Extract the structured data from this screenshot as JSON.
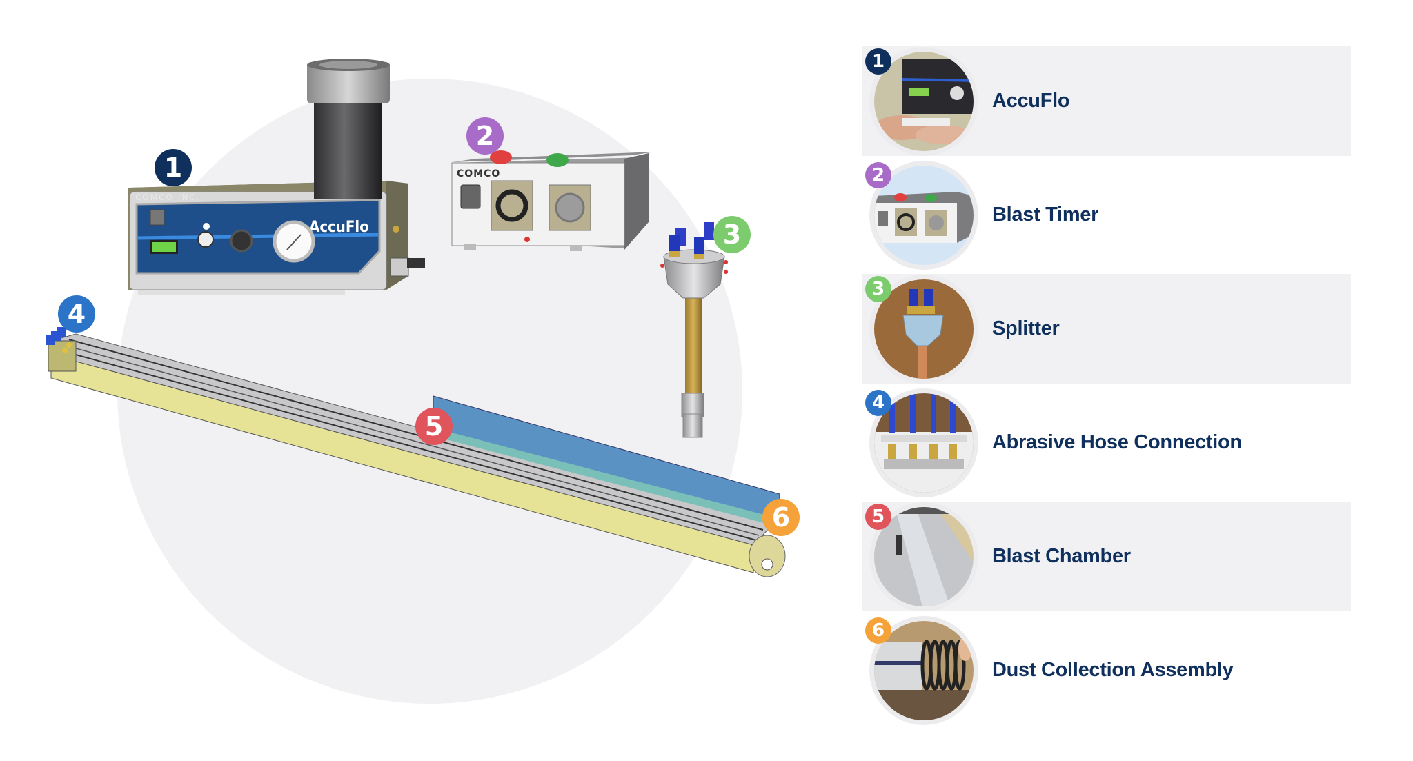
{
  "diagram": {
    "machine_labels": {
      "accuflo_panel_brand": "COMCO INC.",
      "accuflo_panel_name": "AccuFlo",
      "timer_panel_brand": "COMCO"
    },
    "callouts": [
      {
        "number": "1",
        "color": "#0f2f5c"
      },
      {
        "number": "2",
        "color": "#a86bc8"
      },
      {
        "number": "3",
        "color": "#7ccc6e"
      },
      {
        "number": "4",
        "color": "#2b74c7"
      },
      {
        "number": "5",
        "color": "#e0555c"
      },
      {
        "number": "6",
        "color": "#f5a23a"
      }
    ]
  },
  "legend": {
    "items": [
      {
        "number": "1",
        "label": "AccuFlo",
        "badge_color": "#0f2f5c",
        "icon": "accuflo-photo"
      },
      {
        "number": "2",
        "label": "Blast Timer",
        "badge_color": "#a86bc8",
        "icon": "blast-timer-photo"
      },
      {
        "number": "3",
        "label": "Splitter",
        "badge_color": "#7ccc6e",
        "icon": "splitter-photo"
      },
      {
        "number": "4",
        "label": "Abrasive Hose Connection",
        "badge_color": "#2b74c7",
        "icon": "hose-connection-photo"
      },
      {
        "number": "5",
        "label": "Blast Chamber",
        "badge_color": "#e0555c",
        "icon": "blast-chamber-photo"
      },
      {
        "number": "6",
        "label": "Dust Collection Assembly",
        "badge_color": "#f5a23a",
        "icon": "dust-collection-photo"
      }
    ]
  },
  "colors": {
    "label_text": "#0f2f5c",
    "row_shade": "#f1f1f3",
    "background_circle": "#f1f1f3"
  }
}
